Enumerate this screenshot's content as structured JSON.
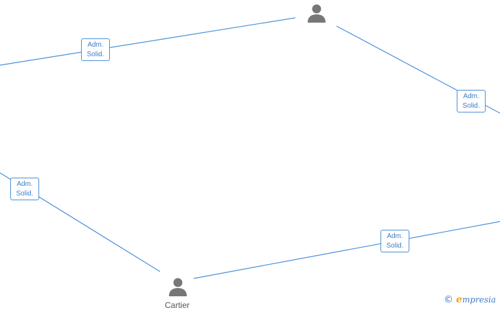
{
  "edges": [
    {
      "id": "edge-top-left",
      "role_line1": "Adm.",
      "role_line2": "Solid."
    },
    {
      "id": "edge-top-right",
      "role_line1": "Adm.",
      "role_line2": "Solid."
    },
    {
      "id": "edge-mid-left",
      "role_line1": "Adm.",
      "role_line2": "Solid."
    },
    {
      "id": "edge-bottom-right",
      "role_line1": "Adm.",
      "role_line2": "Solid."
    }
  ],
  "nodes": {
    "top_person": {
      "label": ""
    },
    "bottom_person": {
      "label": "Cartier"
    }
  },
  "watermark": {
    "symbol": "©",
    "brand_initial": "e",
    "brand_rest": "mpresia"
  },
  "colors": {
    "edge": "#4a90d9",
    "label_text": "#3a7cc8",
    "node_icon": "#777777",
    "brand_accent": "#f0a020"
  }
}
